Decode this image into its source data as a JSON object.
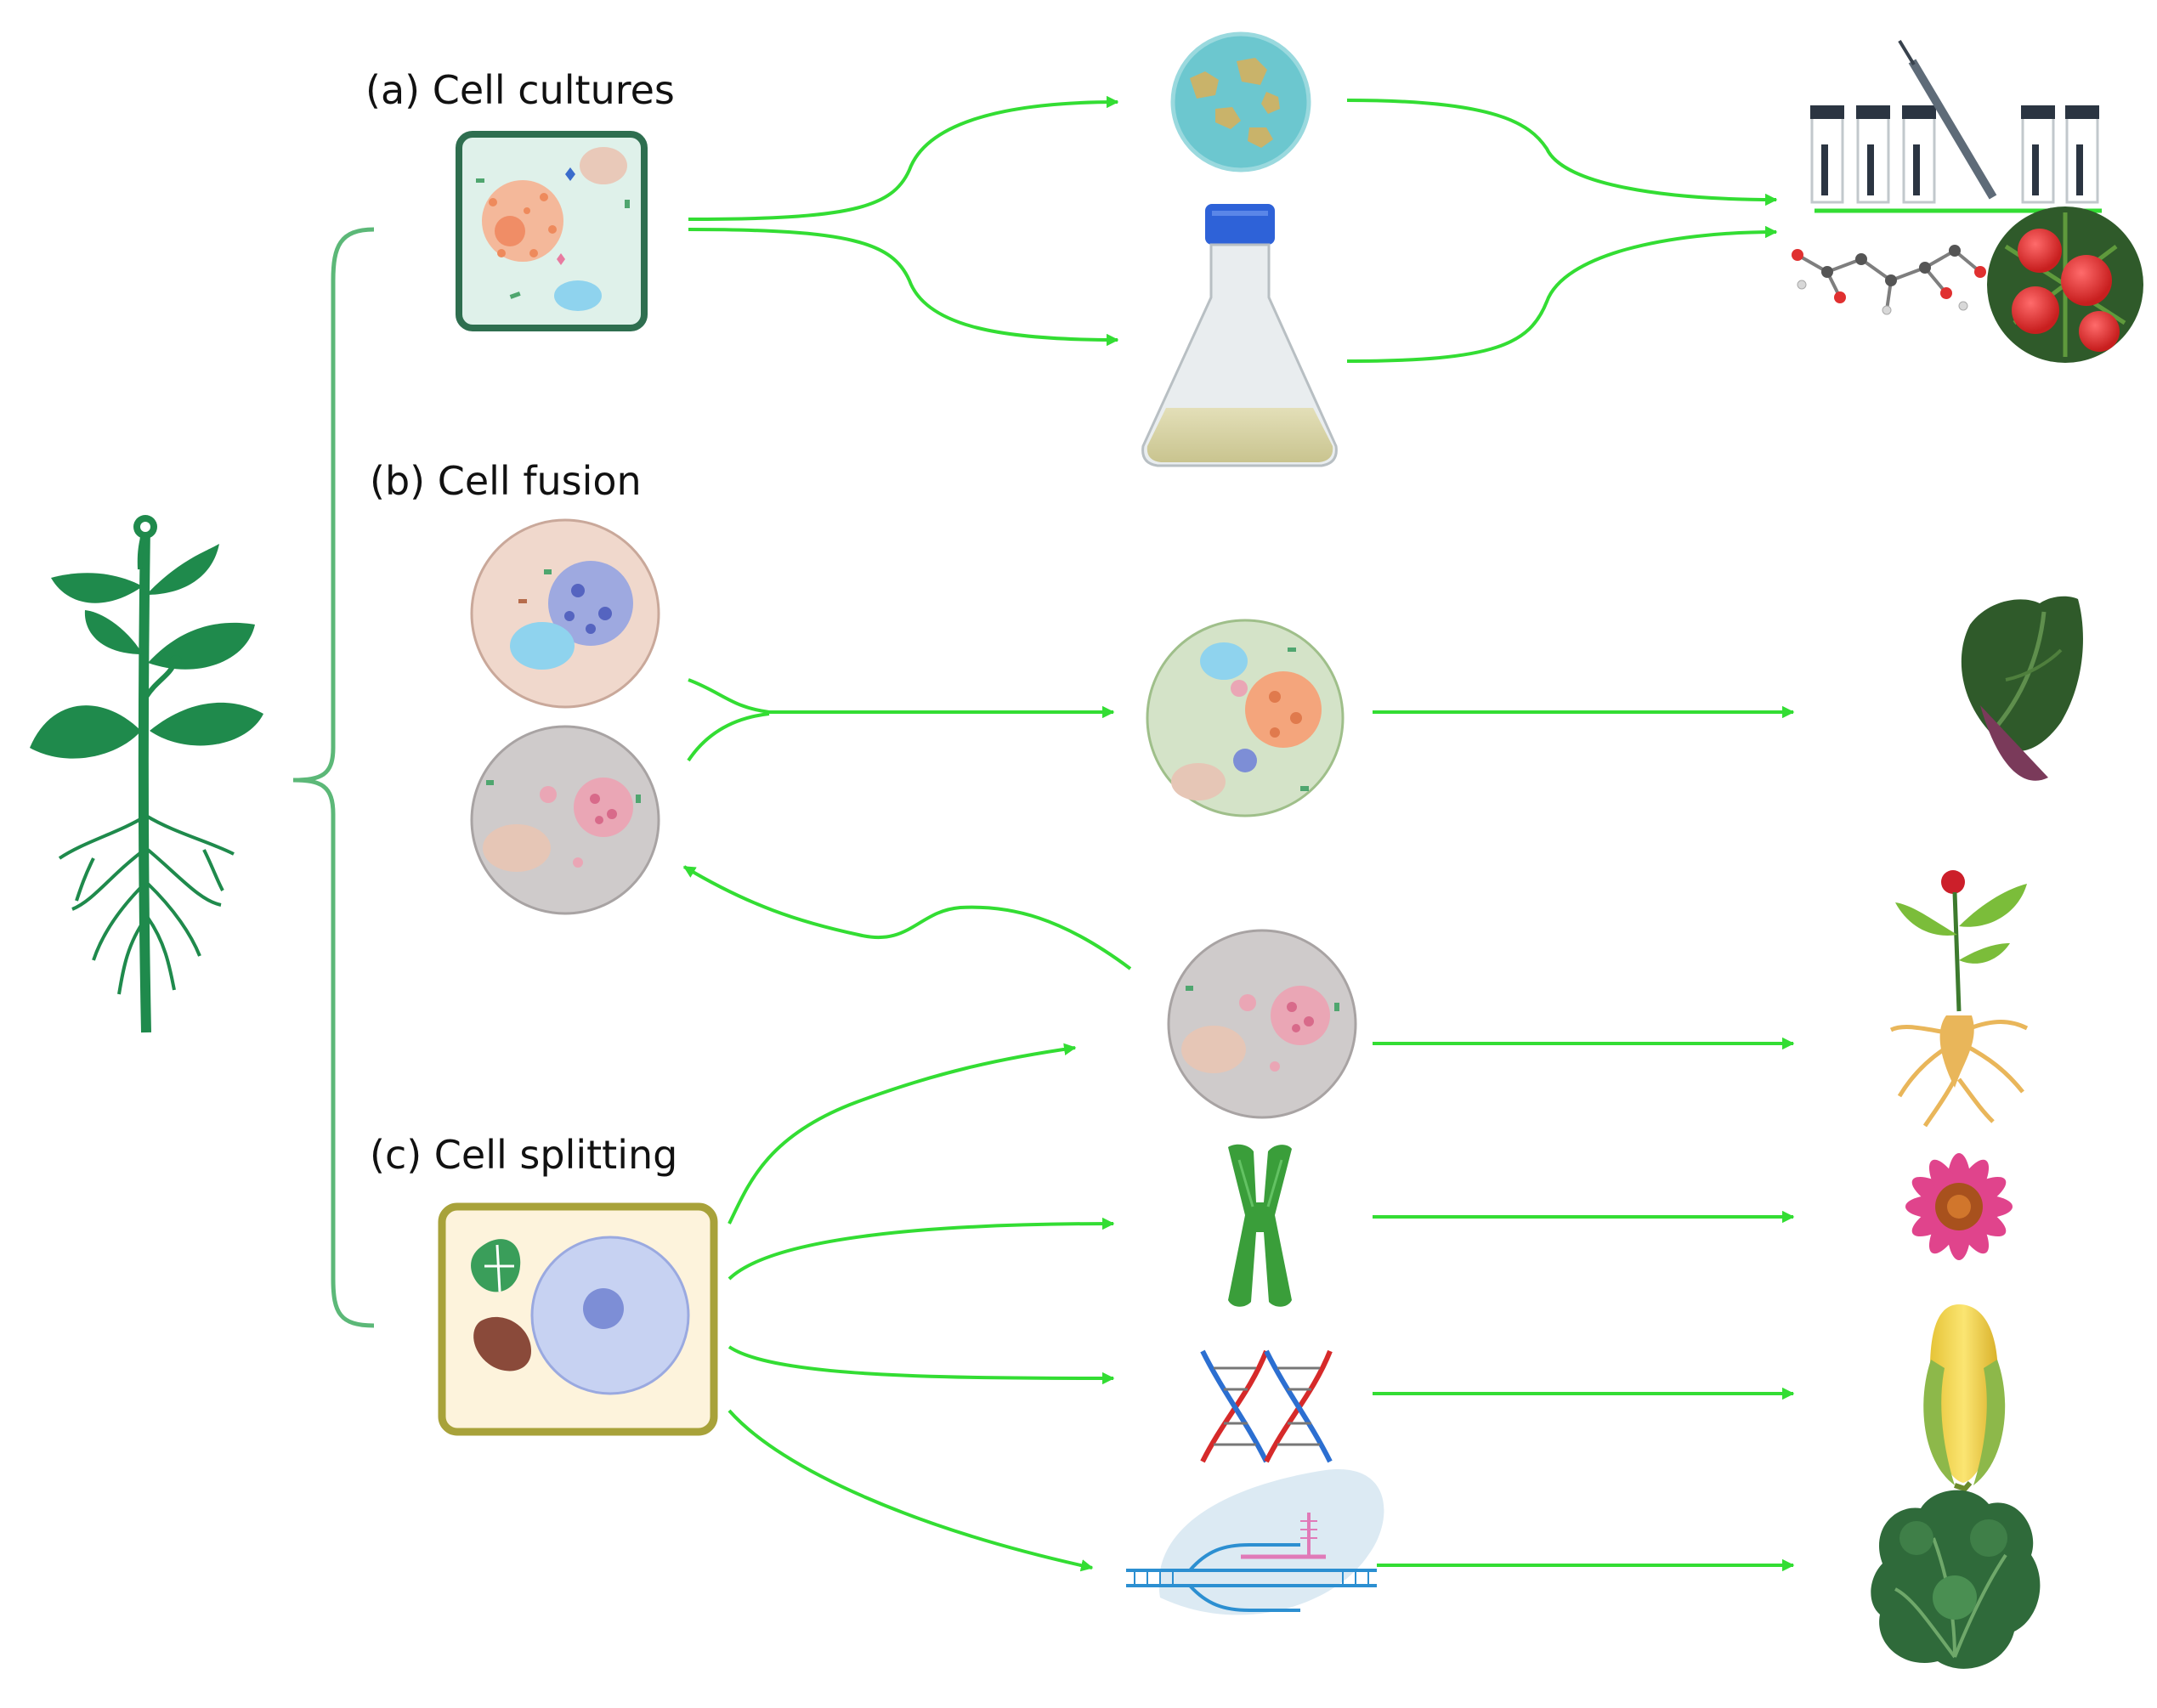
{
  "sections": {
    "a": {
      "label": "(a) Cell cultures"
    },
    "b": {
      "label": "(b) Cell fusion"
    },
    "c": {
      "label": "(c) Cell splitting"
    }
  },
  "colors": {
    "arrow": "#33dd33",
    "bracket": "#5cb878",
    "plant": "#1f8a4c",
    "culture_cell_border": "#2e6e4f",
    "culture_cell_fill": "#dff1ea",
    "splitting_cell_border": "#a8a23a",
    "splitting_cell_fill": "#fdf3dc",
    "petri_dish": "#6cc7cf",
    "fusion_cell_pink": "#f0d8cc",
    "fusion_cell_gray": "#cfcbcb",
    "fused_cell": "#d4e3c8",
    "chromosome": "#3a9e3a",
    "dna_red": "#d62a2a",
    "dna_blue": "#2c6fd1"
  },
  "icons": [
    "plant-icon",
    "bracket-icon",
    "culture-cell-icon",
    "petri-dish-icon",
    "culture-flask-icon",
    "vials-syringe-icon",
    "molecule-icon",
    "yew-berries-icon",
    "protoplast-pink-icon",
    "protoplast-gray-icon",
    "fused-cell-icon",
    "leafy-plant-icon",
    "splitting-cell-icon",
    "isolated-protoplast-icon",
    "chromosome-icon",
    "dna-helix-icon",
    "gene-editing-icon",
    "ginseng-icon",
    "echinacea-flower-icon",
    "corn-icon",
    "lettuce-icon"
  ]
}
